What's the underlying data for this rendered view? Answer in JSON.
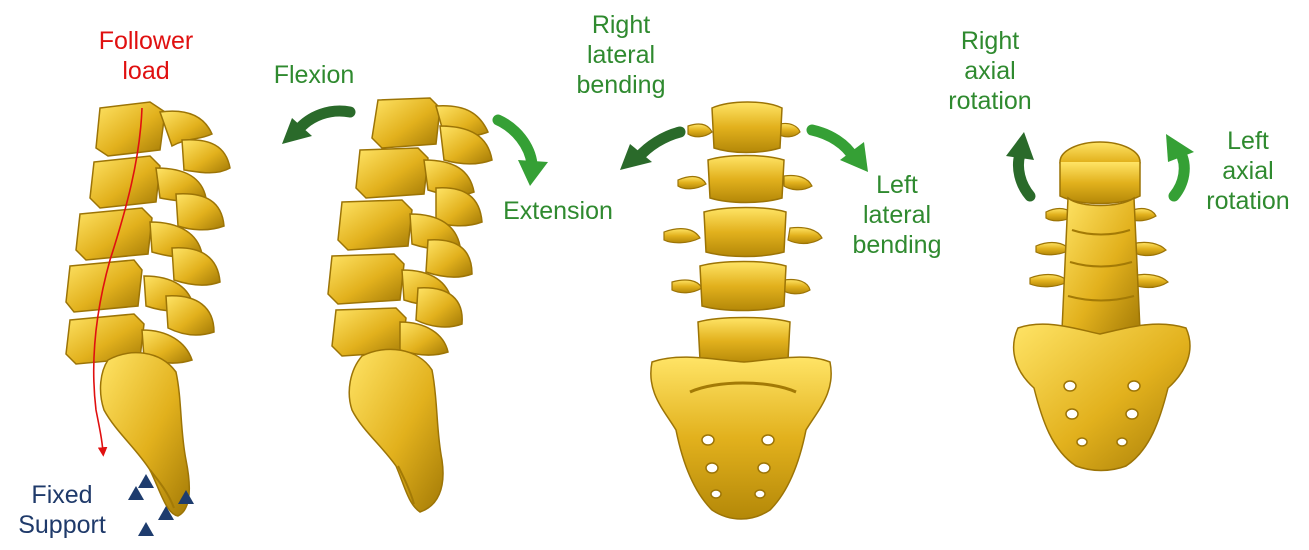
{
  "colors": {
    "bone": "#e2b11d",
    "bone_highlight": "#ffe466",
    "bone_shadow": "#a37a06",
    "arrow_dark": "#2a6a2a",
    "arrow_light": "#35a035",
    "label_green": "#2f8a2f",
    "label_red": "#e01010",
    "label_navy": "#1f3a6a",
    "support_marker": "#1e3c6e"
  },
  "labels": {
    "follower_load": "Follower\nload",
    "fixed_support": "Fixed\nSupport",
    "flexion": "Flexion",
    "extension": "Extension",
    "right_lateral_bending": "Right\nlateral\nbending",
    "left_lateral_bending": "Left\nlateral\nbending",
    "right_axial_rotation": "Right\naxial\nrotation",
    "left_axial_rotation": "Left\naxial\nrotation"
  },
  "icons": {
    "rotation_arrow": "curved-arrow-icon",
    "support_marker": "triangle-icon"
  },
  "views": [
    "lateral-view-follower-load",
    "lateral-view-flexion-extension",
    "posterior-view-lateral-bending",
    "superior-posterior-view-axial-rotation"
  ]
}
